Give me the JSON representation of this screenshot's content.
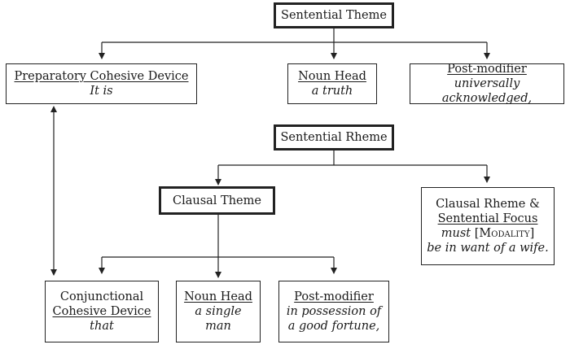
{
  "sentential_theme": {
    "title": "Sentential Theme"
  },
  "preparatory": {
    "title": "Preparatory Cohesive Device",
    "text": "It is"
  },
  "noun_head_1": {
    "title": "Noun Head",
    "text": "a truth"
  },
  "post_modifier_1": {
    "title": "Post-modifier",
    "text": "universally acknowledged,"
  },
  "sentential_rheme": {
    "title": "Sentential Rheme"
  },
  "clausal_theme": {
    "title": "Clausal Theme"
  },
  "clausal_rheme": {
    "title": "Clausal Rheme &",
    "focus": "Sentential Focus",
    "must": "must",
    "modality": "Modality",
    "text": "be in want of a wife."
  },
  "conjunctional": {
    "line1": "Conjunctional",
    "line2": "Cohesive Device",
    "text": "that"
  },
  "noun_head_2": {
    "title": "Noun Head",
    "line1": "a single",
    "line2": "man"
  },
  "post_modifier_2": {
    "title": "Post-modifier",
    "line1": "in possession of",
    "line2": "a good fortune,"
  }
}
